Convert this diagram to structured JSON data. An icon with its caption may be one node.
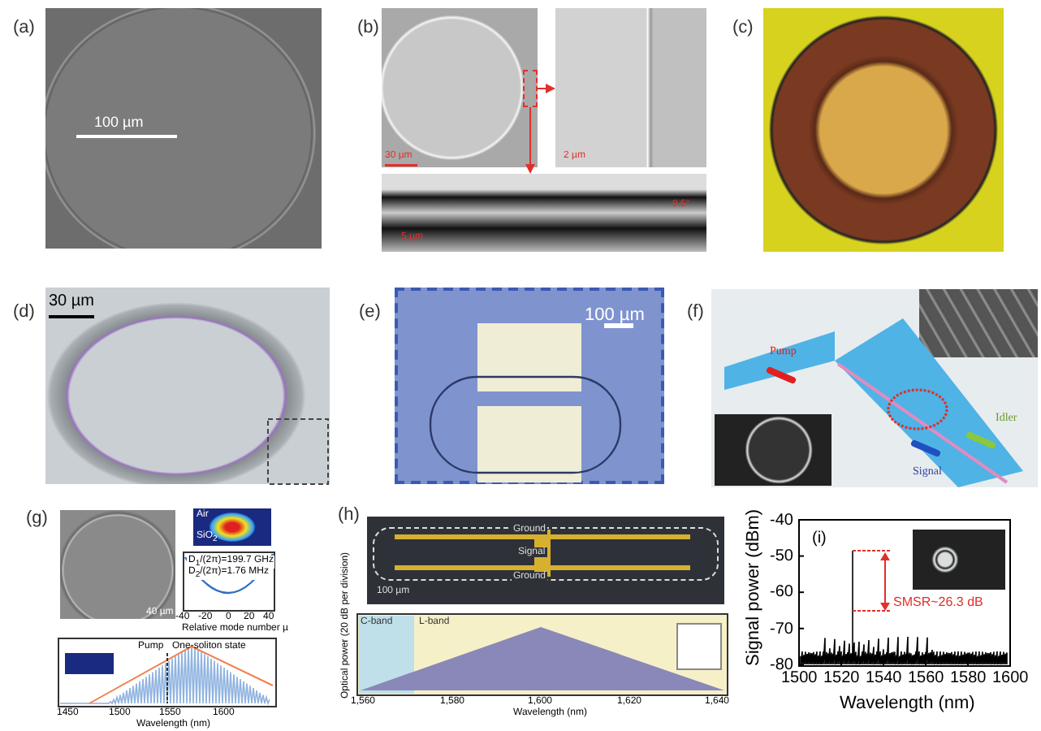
{
  "diagram": {
    "nodes": [
      {
        "text": [],
        "shape": "picture"
      },
      {
        "text": [],
        "shape": "picture"
      },
      {
        "text": [],
        "shape": "box",
        "in": 1
      },
      {
        "text": [],
        "shape": "picture"
      },
      {
        "text": [],
        "shape": "picture"
      },
      {
        "text": [],
        "shape": "picture"
      },
      {
        "text": [],
        "shape": "picture"
      },
      {
        "text": [],
        "shape": "picture"
      },
      {
        "text": [],
        "shape": "picture"
      },
      {
        "text": [],
        "shape": "picture",
        "in": 8
      },
      {
        "text": [],
        "shape": "picture",
        "in": 8
      },
      {
        "text": [],
        "shape": "picture"
      },
      {
        "text": [],
        "shape": "picture"
      },
      {
        "text": [],
        "shape": "picture"
      },
      {
        "text": [],
        "shape": "picture"
      }
    ],
    "edges": [
      {
        "from": 2,
        "to": 3,
        "arrow": "to",
        "color": "#e0302a"
      },
      {
        "from": 2,
        "to": 4,
        "arrow": "to",
        "color": "#e0302a"
      }
    ],
    "labels": [
      "(a)",
      "100 µm",
      "(b)",
      "30 µm",
      "2 µm",
      "5 µm",
      "9.5°",
      "(c)",
      "(d)",
      "30 µm",
      "(e)",
      "100 µm",
      "(f)",
      "Pump",
      "Idler",
      "Signal",
      "(g)",
      "Air",
      "SiO$_{2}$",
      "D$_{1}$/(2π)=199.7 GHz",
      "D$_{2}$/(2π)=1.76 MHz",
      "40 µm",
      "-40",
      "-20",
      "0",
      "20",
      "40",
      "Relative mode number µ",
      "Pump",
      "One-soliton state",
      "1450",
      "1500",
      "1550",
      "1600",
      "Wavelength (nm)",
      "(h)",
      "Ground",
      "Signal",
      "Ground",
      "100 µm",
      "C-band",
      "L-band",
      "1,560",
      "1,580",
      "1,600",
      "1,620",
      "1,640",
      "Wavelength (nm)",
      "Optical power (20 dB per division)",
      "(i)",
      "-40",
      "-50",
      "-60",
      "-70",
      "-80",
      "1500",
      "1520",
      "1540",
      "1560",
      "1580",
      "1600",
      "Signal power (dBm)",
      "Wavelength (nm)",
      "SMSR~26.3 dB"
    ]
  }
}
